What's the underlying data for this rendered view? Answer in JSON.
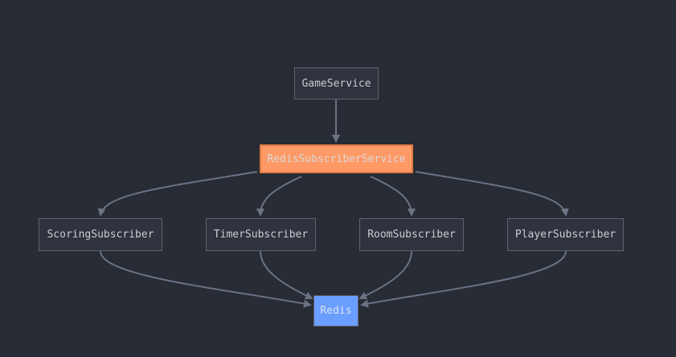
{
  "diagram": {
    "nodes": [
      {
        "id": "game",
        "label": "GameService"
      },
      {
        "id": "redis_sub_service",
        "label": "RedisSubscriberService"
      },
      {
        "id": "scoring",
        "label": "ScoringSubscriber"
      },
      {
        "id": "timer",
        "label": "TimerSubscriber"
      },
      {
        "id": "room",
        "label": "RoomSubscriber"
      },
      {
        "id": "player",
        "label": "PlayerSubscriber"
      },
      {
        "id": "redis",
        "label": "Redis"
      }
    ],
    "edges": [
      {
        "from": "game",
        "to": "redis_sub_service"
      },
      {
        "from": "redis_sub_service",
        "to": "scoring"
      },
      {
        "from": "redis_sub_service",
        "to": "timer"
      },
      {
        "from": "redis_sub_service",
        "to": "room"
      },
      {
        "from": "redis_sub_service",
        "to": "player"
      },
      {
        "from": "scoring",
        "to": "redis"
      },
      {
        "from": "timer",
        "to": "redis"
      },
      {
        "from": "room",
        "to": "redis"
      },
      {
        "from": "player",
        "to": "redis"
      }
    ],
    "colors": {
      "background": "#282c34",
      "node_fill": "#2f333d",
      "node_border": "#5c6370",
      "edge": "#6b7385",
      "highlight_fill": "#ff9966",
      "store_fill": "#6a9eff"
    }
  }
}
